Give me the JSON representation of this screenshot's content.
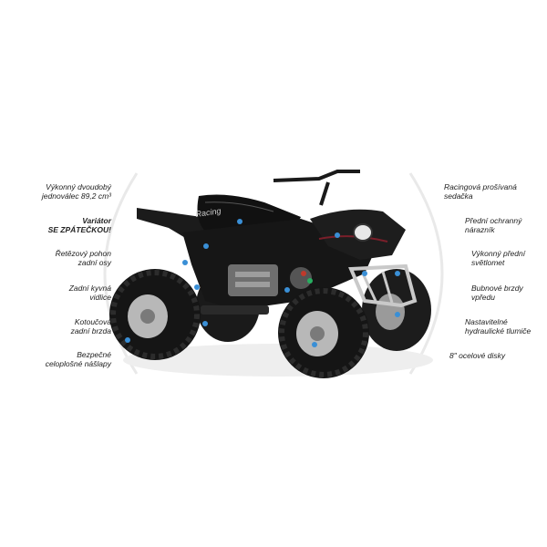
{
  "features_left": [
    {
      "text": "Výkonný dvoudobý\njednoválec 89,2 cm³"
    },
    {
      "text": "Variátor\nSE ZPÁTEČKOU!"
    },
    {
      "text": "Řetězový pohon\nzadní osy"
    },
    {
      "text": "Zadní kyvná\nvidlice"
    },
    {
      "text": "Kotoučová\nzadní brzda"
    },
    {
      "text": "Bezpečné\nceloplošné nášlapy"
    }
  ],
  "features_right": [
    {
      "text": "Racingová prošívaná\nsedačka"
    },
    {
      "text": "Přední ochranný\nnárazník"
    },
    {
      "text": "Výkonný přední\nsvětlomet"
    },
    {
      "text": "Bubnové brzdy\nvpředu"
    },
    {
      "text": "Nastavitelné\nhydraulické tlumiče"
    },
    {
      "text": "8\" ocelové disky"
    }
  ],
  "product": {
    "seat_logo_text": "Racing",
    "colors": {
      "body": "#151515",
      "accent": "#3a8fd6",
      "bumper": "#c9c9c9",
      "rim": "#b8b8b8"
    }
  }
}
